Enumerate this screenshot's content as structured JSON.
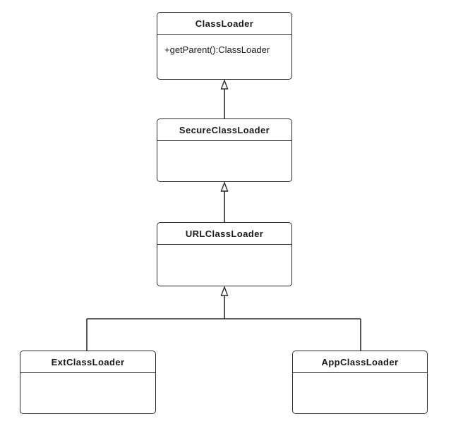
{
  "classes": {
    "classloader": {
      "name": "ClassLoader",
      "methods": [
        "+getParent():ClassLoader"
      ]
    },
    "secure_classloader": {
      "name": "SecureClassLoader",
      "methods": []
    },
    "url_classloader": {
      "name": "URLClassLoader",
      "methods": []
    },
    "ext_classloader": {
      "name": "ExtClassLoader",
      "methods": []
    },
    "app_classloader": {
      "name": "AppClassLoader",
      "methods": []
    }
  },
  "relationships": [
    {
      "type": "generalization",
      "from": "secure_classloader",
      "to": "classloader"
    },
    {
      "type": "generalization",
      "from": "url_classloader",
      "to": "secure_classloader"
    },
    {
      "type": "generalization",
      "from": "ext_classloader",
      "to": "url_classloader"
    },
    {
      "type": "generalization",
      "from": "app_classloader",
      "to": "url_classloader"
    }
  ],
  "colors": {
    "line": "#2b2b2b",
    "background": "#ffffff"
  }
}
